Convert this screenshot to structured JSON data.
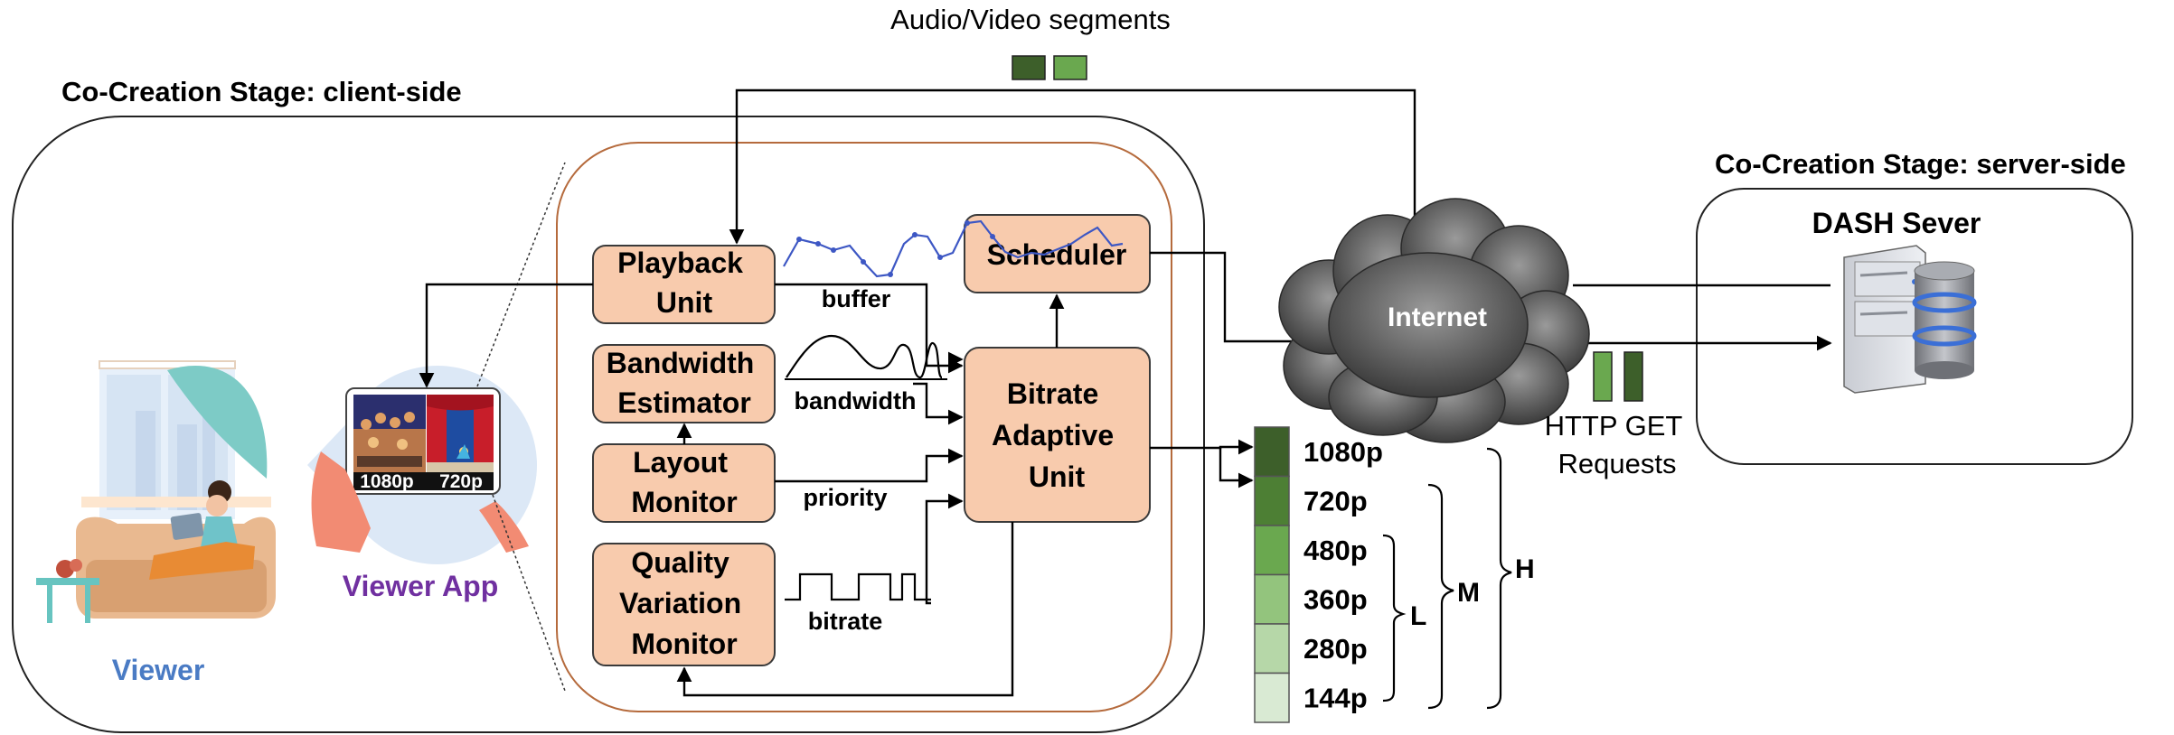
{
  "titles": {
    "client_stage": "Co-Creation Stage: client-side",
    "server_stage": "Co-Creation Stage: server-side",
    "segments": "Audio/Video segments",
    "http_line1": "HTTP GET",
    "http_line2": "Requests"
  },
  "viewer": {
    "label": "Viewer",
    "app_label": "Viewer App",
    "res_left": "1080p",
    "res_right": "720p"
  },
  "modules": {
    "playback": [
      "Playback",
      "Unit"
    ],
    "bandwidth": [
      "Bandwidth",
      "Estimator"
    ],
    "layout": [
      "Layout",
      "Monitor"
    ],
    "quality": [
      "Quality",
      "Variation",
      "Monitor"
    ],
    "scheduler": [
      "Scheduler"
    ],
    "abr": [
      "Bitrate",
      "Adaptive",
      "Unit"
    ]
  },
  "signals": {
    "buffer": "buffer",
    "bandwidth": "bandwidth",
    "priority": "priority",
    "bitrate": "bitrate"
  },
  "internet": "Internet",
  "server": "DASH Sever",
  "ladder": {
    "levels": [
      "1080p",
      "720p",
      "480p",
      "360p",
      "280p",
      "144p"
    ],
    "colors": [
      "#3d5f2a",
      "#4d7f34",
      "#6aa84f",
      "#93c47d",
      "#b6d7a8",
      "#d9ead3"
    ]
  },
  "groups": {
    "low": "L",
    "medium": "M",
    "high": "H"
  },
  "colors": {
    "module_fill": "#f8cbad",
    "viewer_label": "#4a7bc4",
    "app_label": "#7030a0",
    "inner_border": "#b56a3c",
    "segment_dark": "#3d5f2a",
    "segment_light": "#6aa84f"
  }
}
